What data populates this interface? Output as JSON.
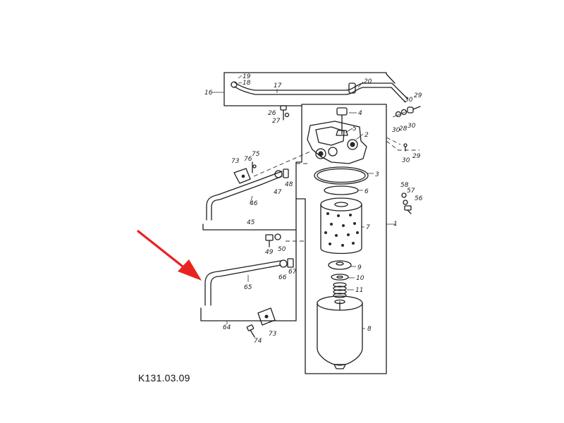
{
  "reference_code": "K131.03.09",
  "pointer": {
    "icon": "red-arrow-icon",
    "color": "#e8231f"
  },
  "part_labels": {
    "p1": "1",
    "p2": "2",
    "p3": "3",
    "p4": "4",
    "p5": "5",
    "p6": "6",
    "p7": "7",
    "p8": "8",
    "p9": "9",
    "p10": "10",
    "p11": "11",
    "p16": "16",
    "p17": "17",
    "p18": "18",
    "p19": "19",
    "p20": "20",
    "p26": "26",
    "p27": "27",
    "p28": "28",
    "p29a": "29",
    "p29b": "29",
    "p30a": "30",
    "p30b": "30",
    "p30c": "30",
    "p30d": "30",
    "p45": "45",
    "p46": "46",
    "p47": "47",
    "p48": "48",
    "p49": "49",
    "p50": "50",
    "p56": "56",
    "p57": "57",
    "p58": "58",
    "p64": "64",
    "p65": "65",
    "p66": "66",
    "p67": "67",
    "p73a": "73",
    "p73b": "73",
    "p74": "74",
    "p75": "75",
    "p76": "76"
  }
}
